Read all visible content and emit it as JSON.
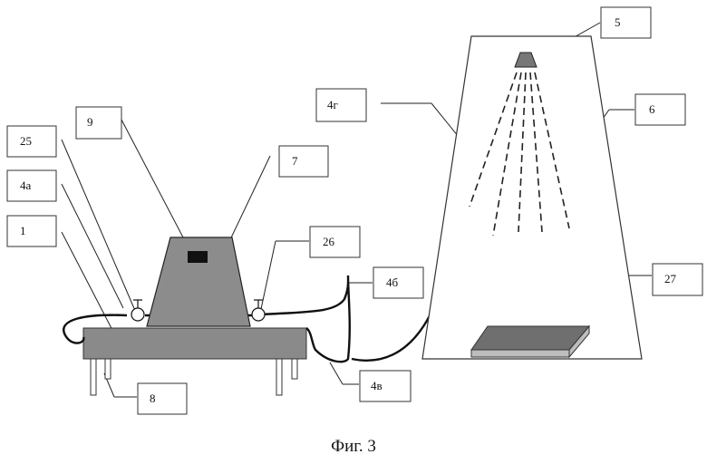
{
  "caption": "Фиг. 3",
  "labels": {
    "l1": "1",
    "l4a": "4а",
    "l25": "25",
    "l9": "9",
    "l7": "7",
    "l26": "26",
    "l4b": "4б",
    "l4v": "4в",
    "l4g": "4г",
    "l5": "5",
    "l6": "6",
    "l27": "27",
    "l8": "8"
  }
}
